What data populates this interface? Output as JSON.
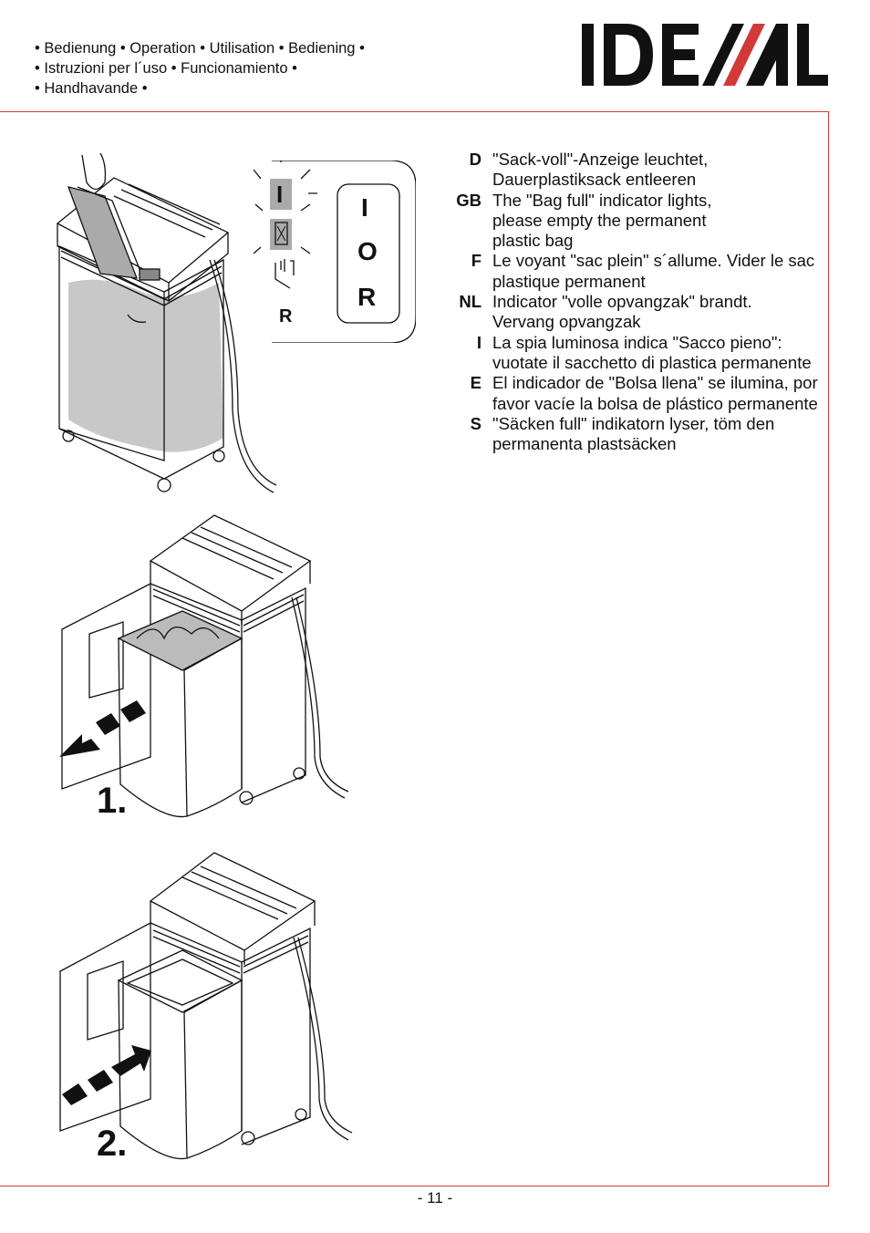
{
  "header": {
    "nav_lines": [
      "• Bedienung • Operation • Utilisation • Bediening •",
      "• Istruzioni per l´uso • Funcionamiento •",
      "• Handhavande •"
    ],
    "logo_text": "IDEAL"
  },
  "control_panel": {
    "indicator_i": "I",
    "indicator_r": "R",
    "switch_positions": [
      "I",
      "O",
      "R"
    ]
  },
  "instructions": [
    {
      "code": "D",
      "text": "\"Sack-voll\"-Anzeige leuchtet, Dauerplastiksack entleeren"
    },
    {
      "code": "GB",
      "text": "The \"Bag full\" indicator lights, please empty the permanent plastic bag"
    },
    {
      "code": "F",
      "text": "Le voyant \"sac plein\" s´allume. Vider le sac plastique permanent"
    },
    {
      "code": "NL",
      "text": "Indicator \"volle opvangzak\" brandt. Vervang opvangzak"
    },
    {
      "code": "I",
      "text": "La spia luminosa indica \"Sacco pieno\": vuotate il sacchetto di plastica permanente"
    },
    {
      "code": "E",
      "text": "El indicador de \"Bolsa llena\" se ilumina, por favor vacíe la bolsa de plástico permanente"
    },
    {
      "code": "S",
      "text": "\"Säcken full\" indikatorn lyser, töm den permanenta plastsäcken"
    }
  ],
  "steps": [
    "1.",
    "2."
  ],
  "footer": {
    "page_number": "- 11 -"
  }
}
